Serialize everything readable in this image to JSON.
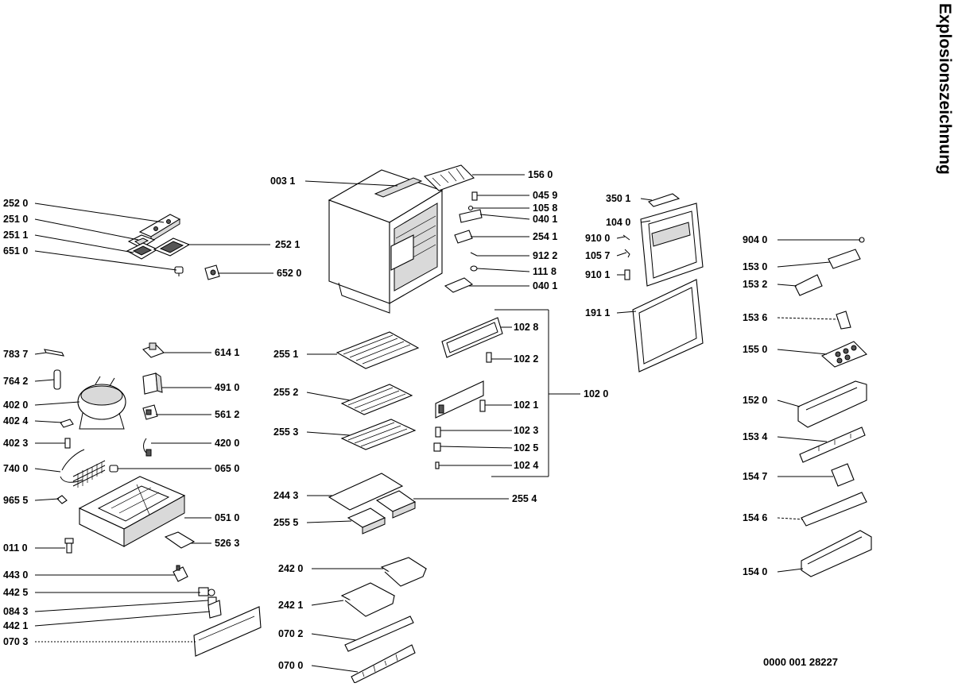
{
  "title": "Explosionszeichnung",
  "document_number": "0000 001 28227",
  "labels": {
    "l2520": "252 0",
    "l2510": "251 0",
    "l2511": "251 1",
    "l6510": "651 0",
    "l2521": "252 1",
    "l6520": "652 0",
    "l7837": "783 7",
    "l7642": "764 2",
    "l4020": "402 0",
    "l4024": "402 4",
    "l4023": "402 3",
    "l7400": "740 0",
    "l9655": "965 5",
    "l0110": "011 0",
    "l4430": "443 0",
    "l4425": "442 5",
    "l0843": "084 3",
    "l4421": "442 1",
    "l0703a": "070 3",
    "l6141": "614 1",
    "l4910": "491 0",
    "l5612": "561 2",
    "l4200": "420 0",
    "l0650": "065 0",
    "l0510": "051 0",
    "l5263": "526 3",
    "l0031": "003 1",
    "l1560": "156 0",
    "l0459": "045 9",
    "l1058": "105 8",
    "l0401a": "040 1",
    "l2541": "254 1",
    "l9122": "912 2",
    "l1118": "111 8",
    "l0401b": "040 1",
    "l2551": "255 1",
    "l2552": "255 2",
    "l2553": "255 3",
    "l2443": "244 3",
    "l2555": "255 5",
    "l2554": "255 4",
    "l2420": "242 0",
    "l2421": "242 1",
    "l0702": "070 2",
    "l0700": "070 0",
    "l1028": "102 8",
    "l1022": "102 2",
    "l1020": "102 0",
    "l1021": "102 1",
    "l1023": "102 3",
    "l1025": "102 5",
    "l1024": "102 4",
    "l3501": "350 1",
    "l1040": "104 0",
    "l9100": "910 0",
    "l1057": "105 7",
    "l9101": "910 1",
    "l1911": "191 1",
    "l9040": "904 0",
    "l1530": "153 0",
    "l1532": "153 2",
    "l1536": "153 6",
    "l1550": "155 0",
    "l1520": "152 0",
    "l1534": "153 4",
    "l1547": "154 7",
    "l1546": "154 6",
    "l1540": "154 0"
  }
}
